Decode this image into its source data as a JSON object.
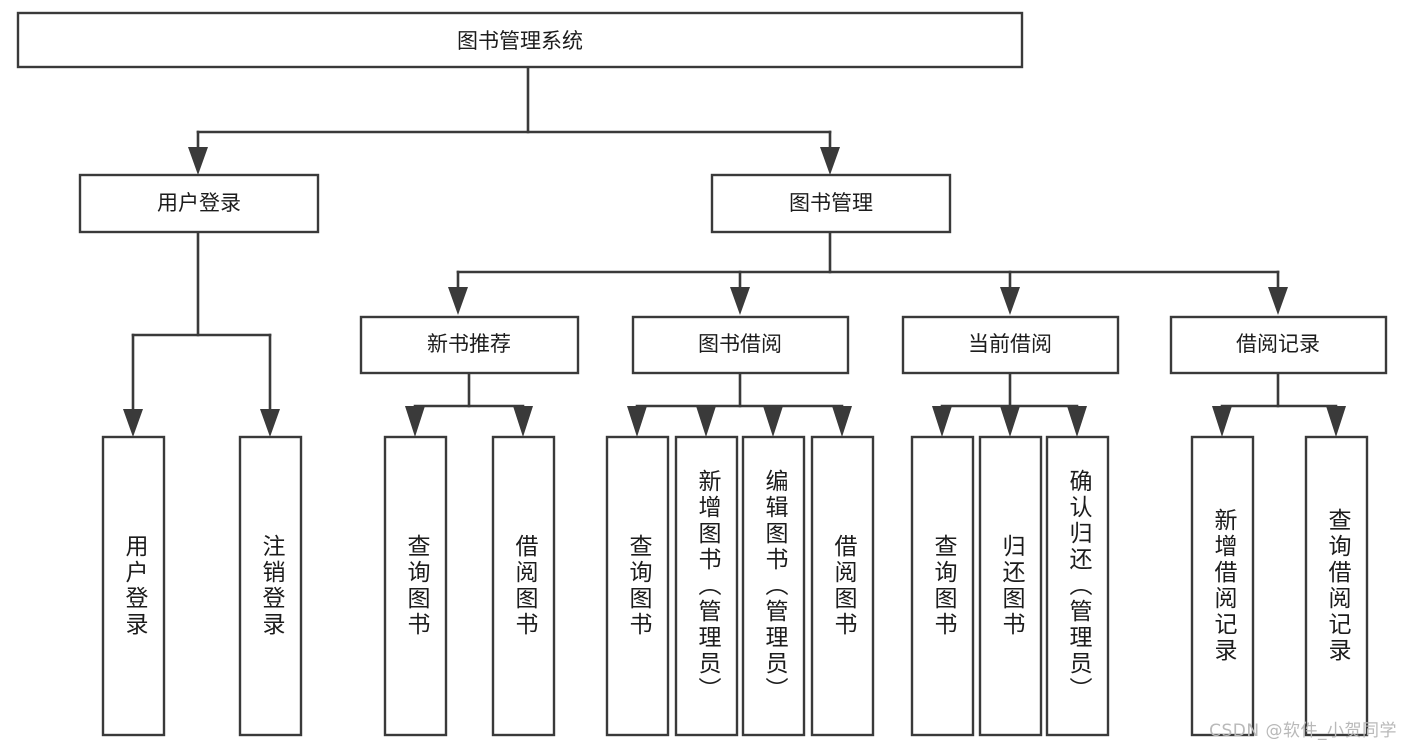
{
  "diagram": {
    "title": "图书管理系统",
    "type": "tree-hierarchy-diagram",
    "colors": {
      "background": "#ffffff",
      "box_fill": "#ffffff",
      "box_stroke": "#3a3a3a",
      "connector": "#3a3a3a",
      "text": "#1c1c1c",
      "watermark": "#b9b9b9"
    },
    "root": {
      "label": "图书管理系统"
    },
    "level2": [
      {
        "label": "用户登录"
      },
      {
        "label": "图书管理"
      }
    ],
    "level3": [
      {
        "label": "新书推荐"
      },
      {
        "label": "图书借阅"
      },
      {
        "label": "当前借阅"
      },
      {
        "label": "借阅记录"
      }
    ],
    "leaves": {
      "user_login": [
        {
          "label": "用户登录"
        },
        {
          "label": "注销登录"
        }
      ],
      "new_book_recommend": [
        {
          "label": "查询图书"
        },
        {
          "label": "借阅图书"
        }
      ],
      "book_borrow": [
        {
          "label": "查询图书"
        },
        {
          "label": "新增图书（管理员）"
        },
        {
          "label": "编辑图书（管理员）"
        },
        {
          "label": "借阅图书"
        }
      ],
      "current_borrow": [
        {
          "label": "查询图书"
        },
        {
          "label": "归还图书"
        },
        {
          "label": "确认归还（管理员）"
        }
      ],
      "borrow_record": [
        {
          "label": "新增借阅记录"
        },
        {
          "label": "查询借阅记录"
        }
      ]
    },
    "watermark": "CSDN @软件_小贺同学"
  }
}
